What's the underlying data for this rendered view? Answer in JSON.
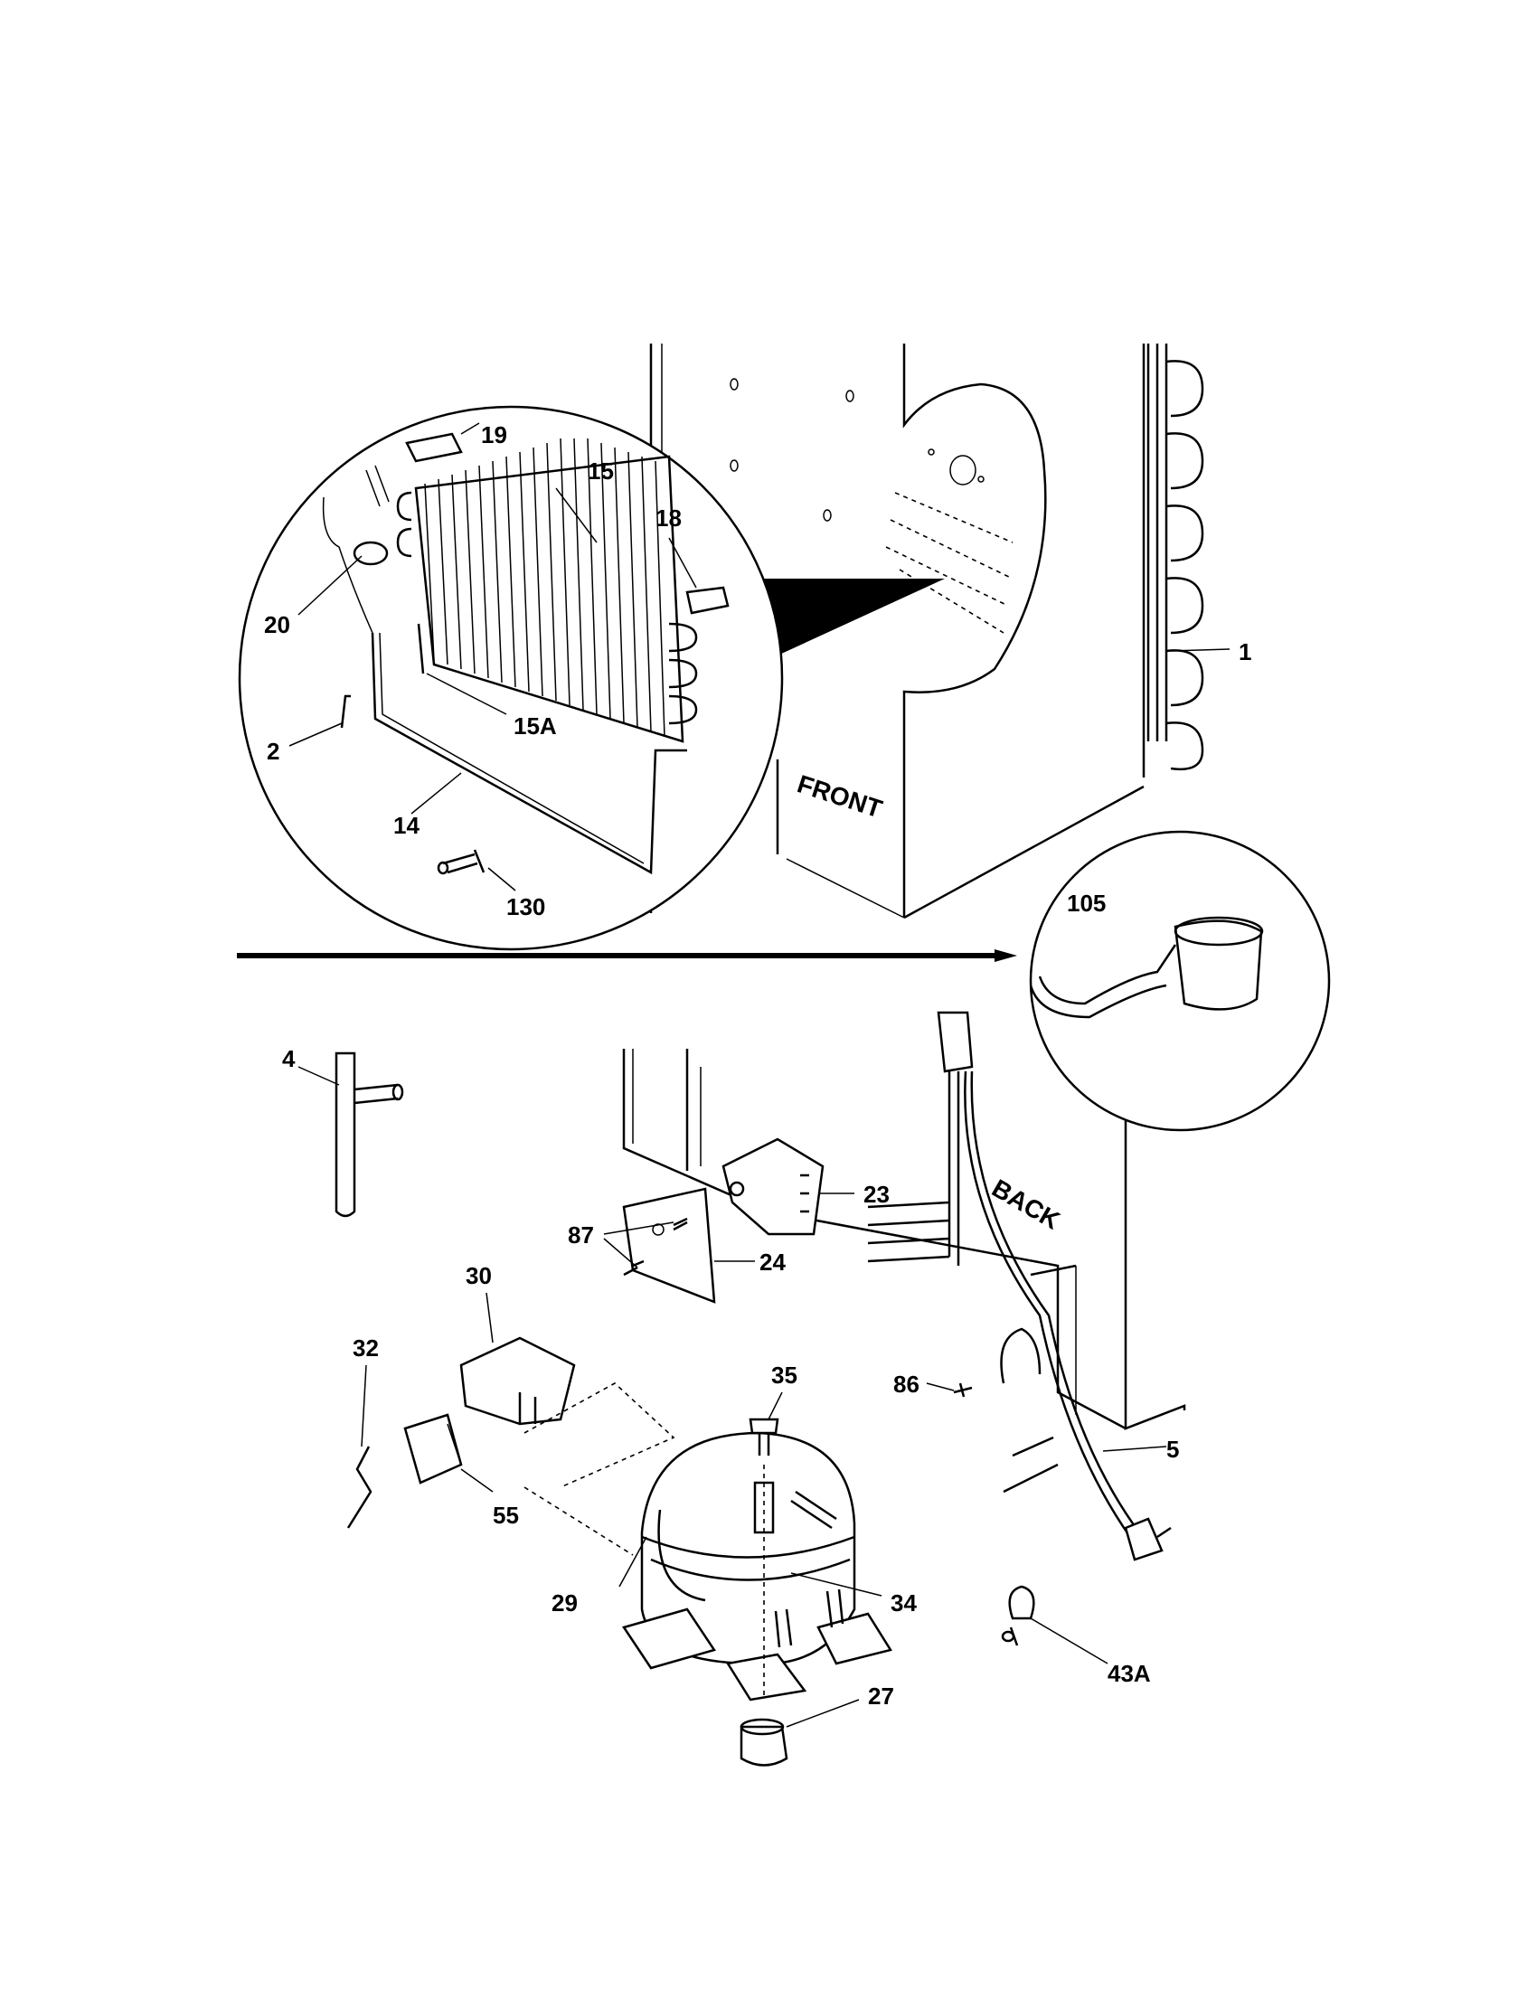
{
  "labels": {
    "p1": "1",
    "p2": "2",
    "p4": "4",
    "p5": "5",
    "p14": "14",
    "p15": "15",
    "p15a": "15A",
    "p18": "18",
    "p19": "19",
    "p20": "20",
    "p23": "23",
    "p24": "24",
    "p27": "27",
    "p29": "29",
    "p30": "30",
    "p32": "32",
    "p34": "34",
    "p35": "35",
    "p43a": "43A",
    "p55": "55",
    "p86": "86",
    "p87": "87",
    "p105": "105",
    "p130": "130"
  },
  "regions": {
    "front": "FRONT",
    "back": "BACK"
  }
}
